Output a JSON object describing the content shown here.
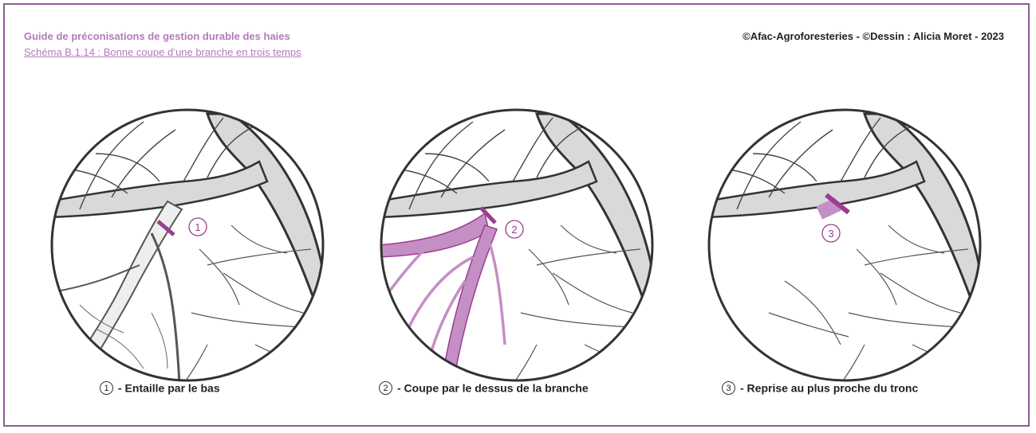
{
  "header": {
    "title": "Guide de préconisations de gestion durable des haies",
    "subtitle": "Schéma B.1.14 : Bonne coupe d’une branche en trois temps",
    "credit": "©Afac-Agroforesteries - ©Dessin : Alicia Moret - 2023"
  },
  "colors": {
    "frame": "#8e5b96",
    "accent": "#9a3d93",
    "accent_light": "#c48fc4",
    "branch_fill": "#d9d9d9",
    "outline": "#333333"
  },
  "panels": [
    {
      "marker": "1",
      "label": "- Entaille par le bas"
    },
    {
      "marker": "2",
      "label": "- Coupe par le dessus de la branche"
    },
    {
      "marker": "3",
      "label": "- Reprise au plus proche du tronc"
    }
  ]
}
